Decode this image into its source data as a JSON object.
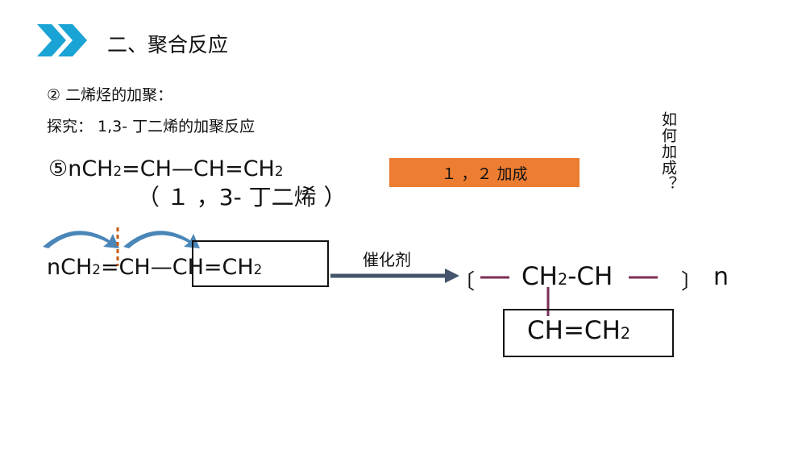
{
  "header": {
    "title": "二、聚合反应"
  },
  "subtitle": "② 二烯烃的加聚：",
  "explore": "探究： 1,3- 丁二烯的加聚反应",
  "equation_top": {
    "prefix": "⑤nCH",
    "sub1": "2",
    "mid": "=CH—CH=CH",
    "sub2": "2"
  },
  "name_label": "（ １ ，3- 丁二烯 ）",
  "badge": "１ ，２ 加成",
  "side_question": "如何加成？",
  "equation_left": {
    "main": "nCH",
    "sub1": "2",
    "rest": "=CH—CH=CH",
    "sub2": "2"
  },
  "catalyst": "催化剂",
  "product": {
    "p1": "CH",
    "sub": "2",
    "p2": "-CH",
    "left_bracket": "〔",
    "right_bracket": "〕",
    "n": "n"
  },
  "side_group": {
    "p1": "CH=CH",
    "sub": "2"
  },
  "colors": {
    "accent": "#1aa3d5",
    "badge": "#ed7d31",
    "arrow": "#44546a",
    "bond": "#7b2e55",
    "curve": "#4a86b8",
    "dash": "#c55a11"
  }
}
